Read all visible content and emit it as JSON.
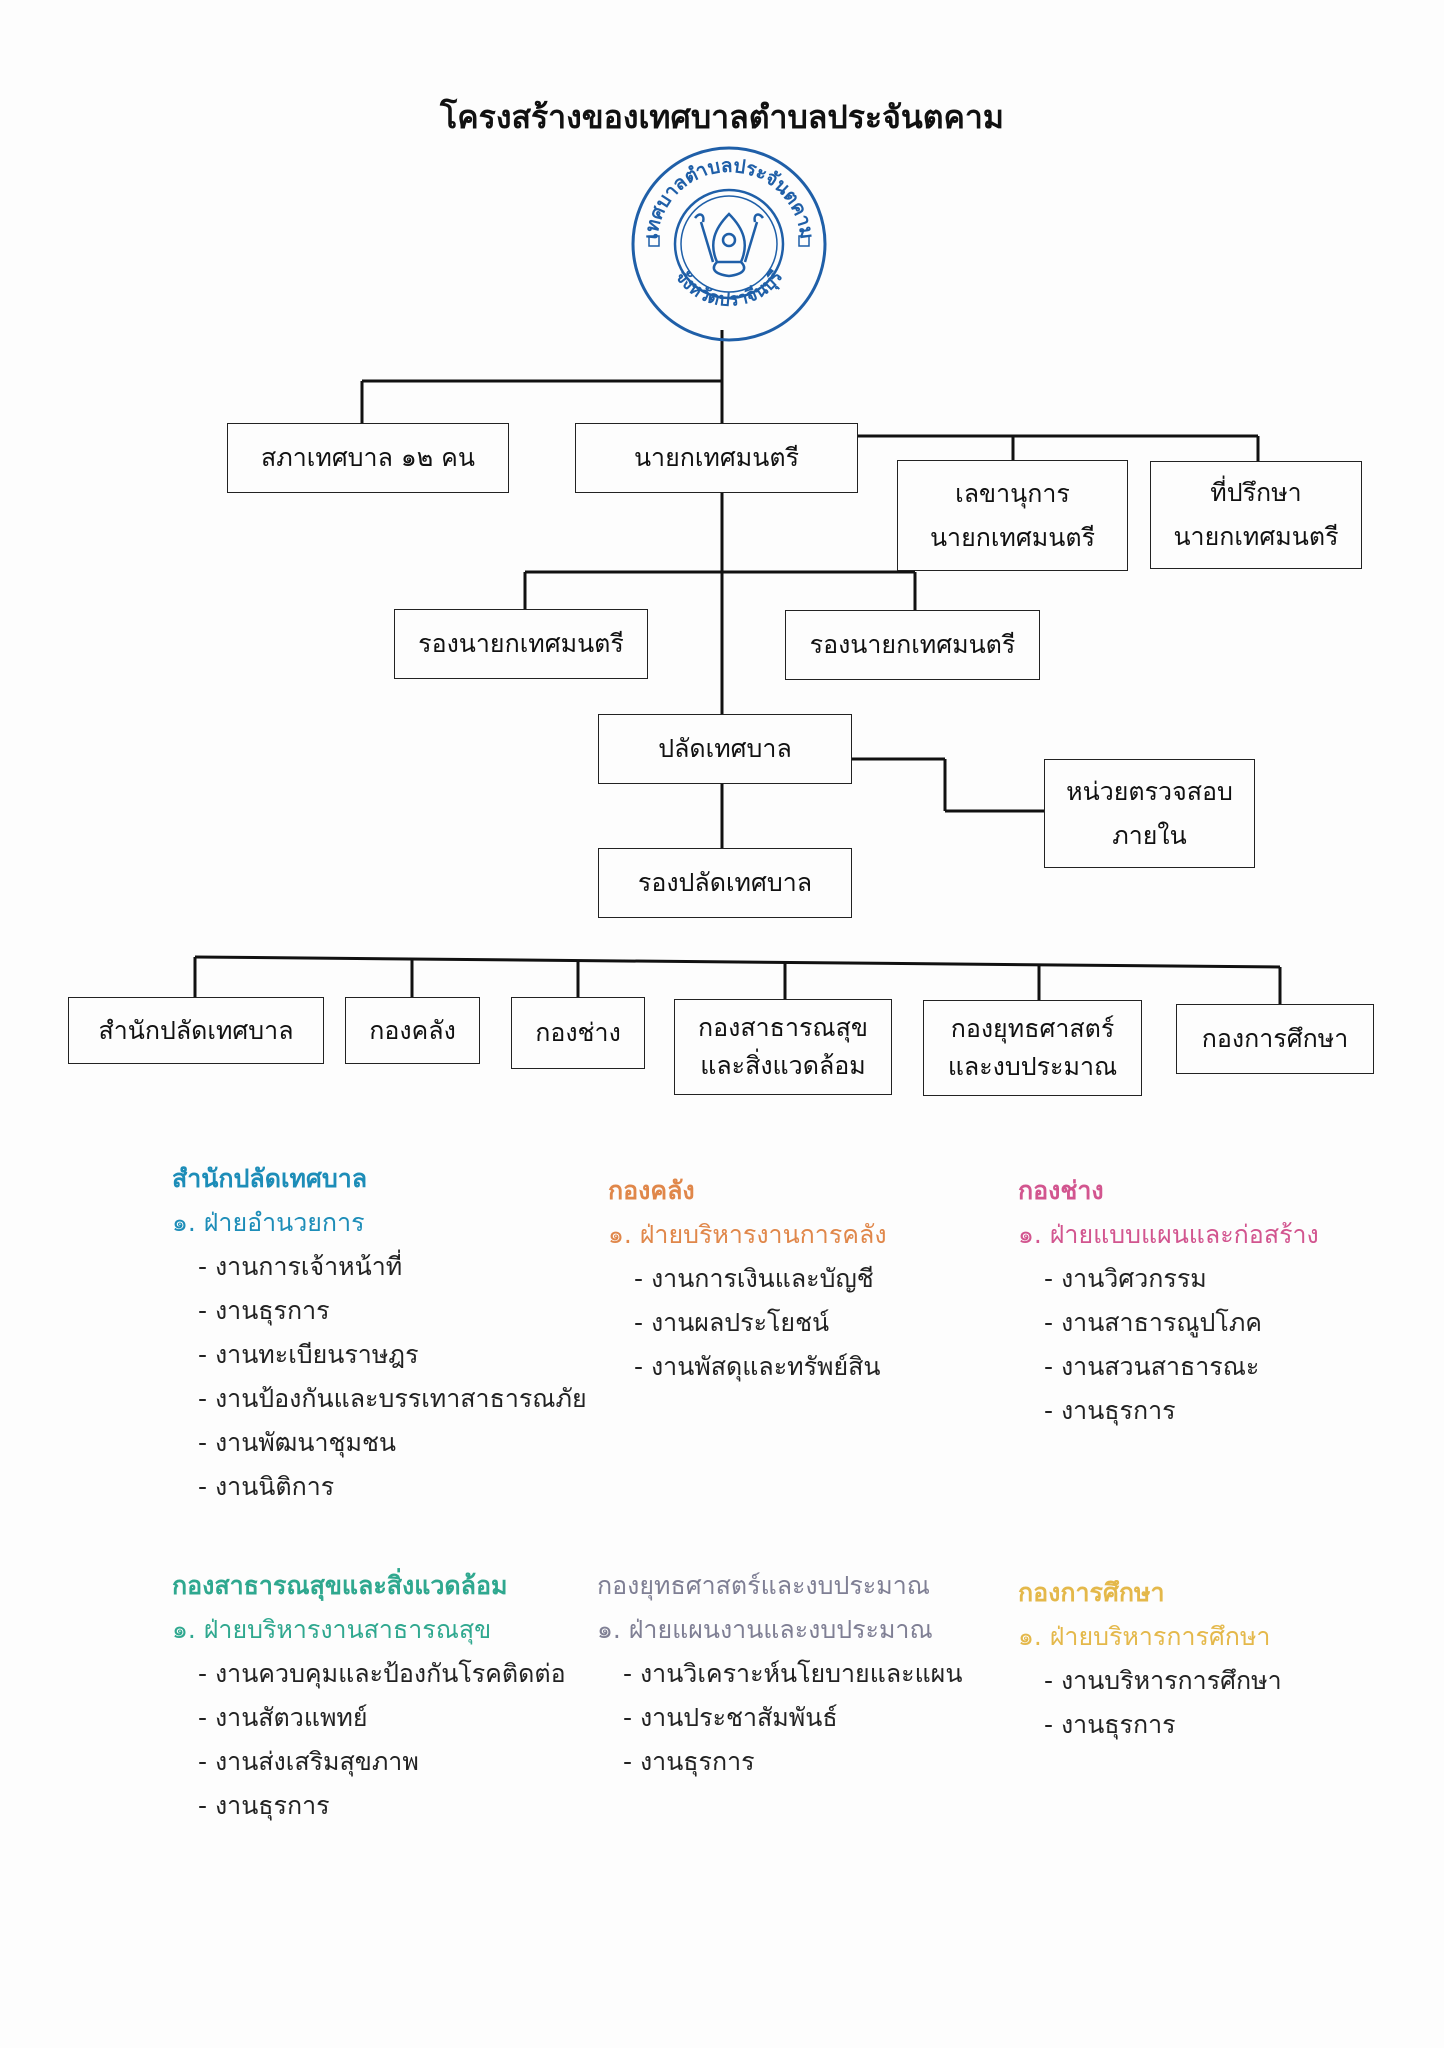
{
  "title": "โครงสร้างของเทศบาลตำบลประจันตคาม",
  "seal": {
    "top_text": "เทศบาลตำบลประจันตคาม",
    "bottom_text": "จังหวัดปราจีนบุรี",
    "color": "#1f5fa8"
  },
  "org": {
    "council": "สภาเทศบาล ๑๒ คน",
    "mayor": "นายกเทศมนตรี",
    "secretary": [
      "เลขานุการ",
      "นายกเทศมนตรี"
    ],
    "advisor": [
      "ที่ปรึกษา",
      "นายกเทศมนตรี"
    ],
    "deputy_mayor_1": "รองนายกเทศมนตรี",
    "deputy_mayor_2": "รองนายกเทศมนตรี",
    "clerk": "ปลัดเทศบาล",
    "internal_audit": [
      "หน่วยตรวจสอบ",
      "ภายใน"
    ],
    "deputy_clerk": "รองปลัดเทศบาล",
    "divisions": [
      [
        "สำนักปลัดเทศบาล"
      ],
      [
        "กองคลัง"
      ],
      [
        "กองช่าง"
      ],
      [
        "กองสาธารณสุข",
        "และสิ่งแวดล้อม"
      ],
      [
        "กองยุทธศาสตร์",
        "และงบประมาณ"
      ],
      [
        "กองการศึกษา"
      ]
    ]
  },
  "sections": [
    {
      "heading": "สำนักปลัดเทศบาล",
      "division": "๑. ฝ่ายอำนวยการ",
      "items": [
        "- งานการเจ้าหน้าที่",
        "- งานธุรการ",
        "- งานทะเบียนราษฎร",
        "- งานป้องกันและบรรเทาสาธารณภัย",
        "- งานพัฒนาชุมชน",
        "- งานนิติการ"
      ],
      "color": "#1d8db8"
    },
    {
      "heading": "กองคลัง",
      "division": "๑. ฝ่ายบริหารงานการคลัง",
      "items": [
        "- งานการเงินและบัญชี",
        "- งานผลประโยชน์",
        "- งานพัสดุและทรัพย์สิน"
      ],
      "color": "#e0874a"
    },
    {
      "heading": "กองช่าง",
      "division": "๑. ฝ่ายแบบแผนและก่อสร้าง",
      "items": [
        "- งานวิศวกรรม",
        "- งานสาธารณูปโภค",
        "- งานสวนสาธารณะ",
        "- งานธุรการ"
      ],
      "color": "#d2558f"
    },
    {
      "heading": "กองสาธารณสุขและสิ่งแวดล้อม",
      "division": "๑. ฝ่ายบริหารงานสาธารณสุข",
      "items": [
        "- งานควบคุมและป้องกันโรคติดต่อ",
        "- งานสัตวแพทย์",
        "- งานส่งเสริมสุขภาพ",
        "- งานธุรการ"
      ],
      "color": "#2fa88f"
    },
    {
      "heading": "กองยุทธศาสตร์และงบประมาณ",
      "division": "๑. ฝ่ายแผนงานและงบประมาณ",
      "items": [
        "- งานวิเคราะห์นโยบายและแผน",
        "- งานประชาสัมพันธ์",
        "- งานธุรการ"
      ],
      "color": "#7f7f94"
    },
    {
      "heading": "กองการศึกษา",
      "division": "๑. ฝ่ายบริหารการศึกษา",
      "items": [
        "- งานบริหารการศึกษา",
        "- งานธุรการ"
      ],
      "color": "#e4b84a"
    }
  ]
}
